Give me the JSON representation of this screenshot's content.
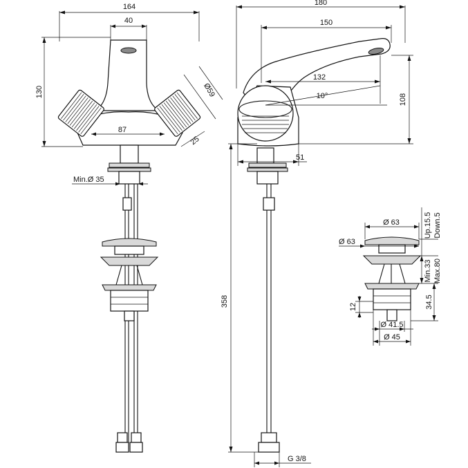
{
  "front_view": {
    "width_total": "164",
    "spout_width": "40",
    "height": "130",
    "handle_diameter": "Ø59",
    "handle_depth": "25",
    "base_width": "87",
    "hole_min": "Min.Ø 35"
  },
  "side_view": {
    "depth_total": "180",
    "spout_reach": "150",
    "inner_reach": "132",
    "angle": "10°",
    "spout_height": "108",
    "base_depth": "51",
    "hose_length": "358",
    "connection": "G 3/8"
  },
  "waste_view": {
    "cap_diameter_top": "Ø 63",
    "cap_diameter_bottom": "Ø 63",
    "travel_up": "Up.15.5",
    "travel_down": "Down.5",
    "thickness_min": "Min.33",
    "thickness_max": "Max.80",
    "body_length": "34.5",
    "flange_height": "12",
    "thread_inner": "Ø 41.5",
    "thread_outer": "Ø 45"
  }
}
